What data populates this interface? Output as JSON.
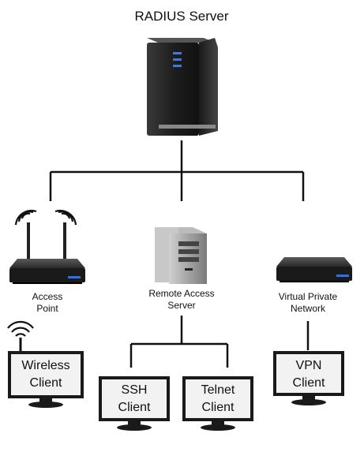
{
  "diagram": {
    "title": "RADIUS Server",
    "nodes": {
      "access_point": "Access\nPoint",
      "remote_access_server": "Remote Access\nServer",
      "vpn_device": "Virtual Private\nNetwork"
    },
    "clients": {
      "wireless": "Wireless\nClient",
      "ssh": "SSH\nClient",
      "telnet": "Telnet\nClient",
      "vpn": "VPN\nClient"
    }
  },
  "colors": {
    "line": "#111111",
    "server_body": "#2a2a2a",
    "server_led": "#4a78c8",
    "router_led": "#3a6fd0",
    "monitor_frame": "#1a1a1a",
    "monitor_screen": "#f2f2f2"
  }
}
